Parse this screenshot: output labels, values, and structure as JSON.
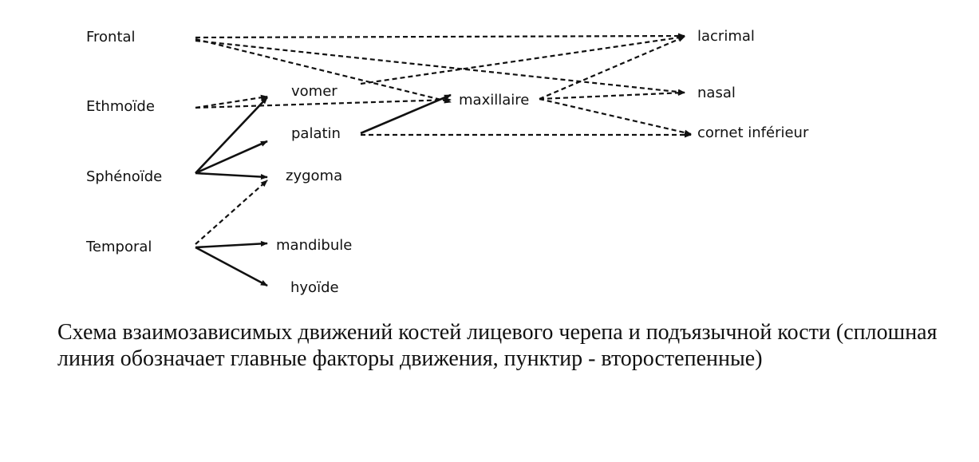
{
  "nodes": [
    {
      "id": "frontal",
      "label": "Frontal"
    },
    {
      "id": "ethmoide",
      "label": "Ethmoïde"
    },
    {
      "id": "sphenoide",
      "label": "Sphénoïde"
    },
    {
      "id": "temporal",
      "label": "Temporal"
    },
    {
      "id": "vomer",
      "label": "vomer"
    },
    {
      "id": "palatin",
      "label": "palatin"
    },
    {
      "id": "zygoma",
      "label": "zygoma"
    },
    {
      "id": "mandibule",
      "label": "mandibule"
    },
    {
      "id": "hyoide",
      "label": "hyoïde"
    },
    {
      "id": "maxillaire",
      "label": "maxillaire"
    },
    {
      "id": "lacrimal",
      "label": "lacrimal"
    },
    {
      "id": "nasal",
      "label": "nasal"
    },
    {
      "id": "cornet",
      "label": "cornet inférieur"
    }
  ],
  "edges": [
    {
      "from": "frontal",
      "to": "lacrimal",
      "style": "dashed"
    },
    {
      "from": "frontal",
      "to": "maxillaire",
      "style": "dashed"
    },
    {
      "from": "frontal",
      "to": "nasal",
      "style": "dashed"
    },
    {
      "from": "ethmoide",
      "to": "vomer",
      "style": "dashed"
    },
    {
      "from": "ethmoide",
      "to": "maxillaire",
      "style": "dashed"
    },
    {
      "from": "vomer",
      "to": "lacrimal",
      "style": "dashed"
    },
    {
      "from": "sphenoide",
      "to": "vomer",
      "style": "solid"
    },
    {
      "from": "sphenoide",
      "to": "palatin",
      "style": "solid"
    },
    {
      "from": "sphenoide",
      "to": "zygoma",
      "style": "solid"
    },
    {
      "from": "palatin",
      "to": "maxillaire",
      "style": "solid"
    },
    {
      "from": "palatin",
      "to": "cornet",
      "style": "dashed"
    },
    {
      "from": "temporal",
      "to": "zygoma",
      "style": "dashed"
    },
    {
      "from": "temporal",
      "to": "mandibule",
      "style": "solid"
    },
    {
      "from": "temporal",
      "to": "hyoide",
      "style": "solid"
    },
    {
      "from": "maxillaire",
      "to": "lacrimal",
      "style": "dashed"
    },
    {
      "from": "maxillaire",
      "to": "nasal",
      "style": "dashed"
    },
    {
      "from": "maxillaire",
      "to": "cornet",
      "style": "dashed"
    }
  ],
  "caption": "Схема взаимозависимых движений костей лицевого черепа и подъязычной кости (сплошная линия обозначает главные факторы движения, пунктир - второстепенные)",
  "colors": {
    "ink": "#111111",
    "background": "#ffffff"
  }
}
